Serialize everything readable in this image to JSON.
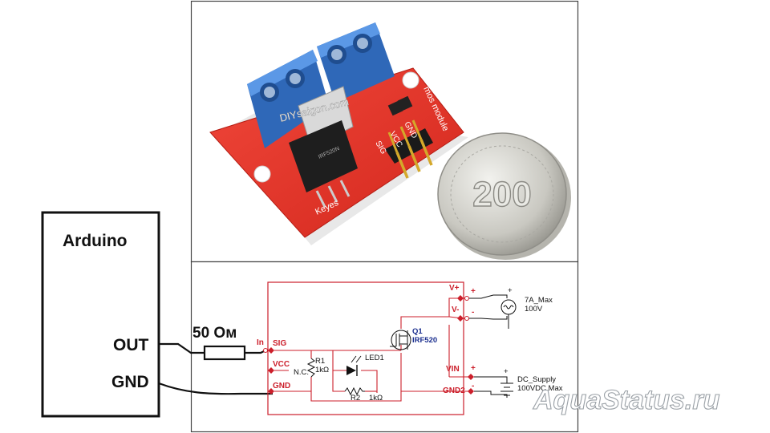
{
  "arduino": {
    "title": "Arduino",
    "out_label": "OUT",
    "gnd_label": "GND"
  },
  "resistor_label": "50 Ом",
  "photo": {
    "board_text": "Keyes",
    "module_text": "mos module",
    "brand_text": "DIYsaigon.com",
    "chip_text": "IRF520N",
    "pin_labels": [
      "SIG",
      "VCC",
      "GND"
    ],
    "coin_value": "200"
  },
  "schematic": {
    "in_label": "In",
    "sig": "SIG",
    "vcc": "VCC",
    "gnd": "GND",
    "nc": "N.C.",
    "r1_name": "R1",
    "r1_value": "1kΩ",
    "led_name": "LED1",
    "r2_name": "R2",
    "r2_value": "1kΩ",
    "q1_name": "Q1",
    "q1_part": "IRF520",
    "v_plus": "V+",
    "v_minus": "V-",
    "vin": "VIN",
    "gnd2": "GND2",
    "plus": "+",
    "minus": "-",
    "load_label": "7A_Max",
    "load_voltage": "100V",
    "supply_label": "DC_Supply",
    "supply_voltage": "100VDC Max"
  },
  "colors": {
    "board": "#e23b2e",
    "terminal": "#3f7fd1",
    "schematic_red": "#cc1f2b",
    "schematic_blue": "#1b2f8f"
  },
  "watermark": "AquaStatus.ru"
}
